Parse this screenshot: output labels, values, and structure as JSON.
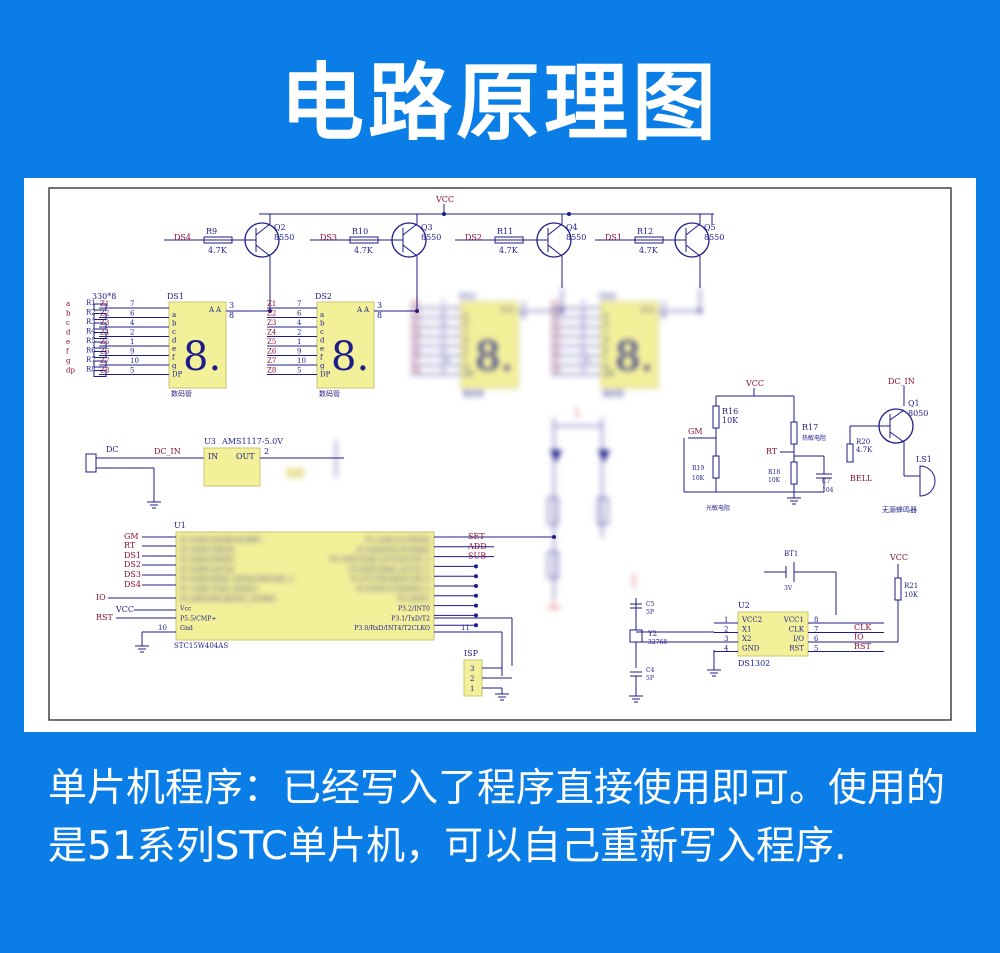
{
  "title": "电路原理图",
  "description": "单片机程序：已经写入了程序直接使用即可。使用的是51系列STC单片机，可以自己重新写入程序.",
  "colors": {
    "background": "#0a7ee6",
    "wire": "#1c1c8a",
    "label": "#8a1030",
    "ic_fill": "#f3f09a"
  },
  "schematic": {
    "vcc": "VCC",
    "transistors": [
      {
        "ref": "Q2",
        "part": "8550",
        "resistor": "R9",
        "value": "4.7K",
        "net": "DS4"
      },
      {
        "ref": "Q3",
        "part": "8550",
        "resistor": "R10",
        "value": "4.7K",
        "net": "DS3"
      },
      {
        "ref": "Q4",
        "part": "8550",
        "resistor": "R11",
        "value": "4.7K",
        "net": "DS2"
      },
      {
        "ref": "Q5",
        "part": "8550",
        "resistor": "R12",
        "value": "4.7K",
        "net": "DS1"
      }
    ],
    "resistor_pack": "330*8",
    "seg_nets": [
      "a",
      "b",
      "c",
      "d",
      "e",
      "f",
      "g",
      "dp"
    ],
    "seg_res": [
      "R1",
      "R2",
      "R3",
      "R4",
      "R5",
      "R6",
      "R7",
      "R8"
    ],
    "z_nets": [
      "Z1",
      "Z2",
      "Z3",
      "Z4",
      "Z5",
      "Z6",
      "Z7",
      "Z8"
    ],
    "z_pins": [
      "7",
      "6",
      "4",
      "2",
      "1",
      "9",
      "10",
      "5"
    ],
    "displays": [
      {
        "ref": "DS1",
        "caption": "数码管"
      },
      {
        "ref": "DS2",
        "caption": "数码管"
      },
      {
        "ref": "DS3",
        "caption": "数码管"
      },
      {
        "ref": "DS4",
        "caption": "数码管"
      }
    ],
    "display_pins": [
      "a",
      "b",
      "c",
      "d",
      "e",
      "f",
      "g",
      "DP"
    ],
    "display_pin_aa": "A",
    "display_common_pins": [
      "3",
      "8"
    ],
    "digit_glyph": "8.",
    "power": {
      "conn": "DC",
      "net": "DC_IN",
      "reg_ref": "U3",
      "reg_part": "AMS1117-5.0V",
      "pin_in": "IN",
      "pin_out": "OUT",
      "pin_2": "2"
    },
    "mcu": {
      "ref": "U1",
      "part": "STC15W404AS",
      "left_nets": [
        "GM",
        "RT",
        "DS1",
        "DS2",
        "DS3",
        "DS4",
        "IO",
        "VCC",
        "RST"
      ],
      "left_pins": [
        "P1.2/ADC2/SS/ECI/CMPO",
        "P1.3/ADC3/MOSI",
        "P1.4/ADC4/MISO",
        "P1.5/ADC5/SCLK",
        "P1.6/ADC6/RxD_2/XTAL2/MCLKO_2",
        "P1.7/ADC7/TxD_2/XTAL1",
        "P5.4/RST/MCLKO/SS_3/CMPO",
        "Vcc",
        "P5.5/CMP+",
        "Gnd"
      ],
      "right_pins": [
        "P1.1/ADC1/CCP0/SS",
        "P1.0/ADC0/CCP1/RxD2",
        "P3.7/INT3/TxD_2/CCP2/CCP2_2",
        "P3.6/INT2/RxD_2/CCP1_2",
        "P3.5/T1/T0CLKO/CCP0_2",
        "P3.4/T0/T1CLKO/ECI_2",
        "P3.3/INT1",
        "P3.2/INT0",
        "P3.1/TxD/T2",
        "P3.0/RxD/INT4/T2CLKO"
      ],
      "right_nets": [
        "SET",
        "ADD",
        "SUB"
      ],
      "pin10": "10",
      "pin11": "11"
    },
    "isp": {
      "ref": "ISP",
      "pins": [
        "3",
        "2",
        "1"
      ]
    },
    "rtc": {
      "ref": "U2",
      "part": "DS1302",
      "left": [
        "VCC2",
        "X1",
        "X2",
        "GND"
      ],
      "right": [
        "VCC1",
        "CLK",
        "I/O",
        "RST"
      ],
      "left_pins": [
        "1",
        "2",
        "3",
        "4"
      ],
      "right_pins": [
        "8",
        "7",
        "6",
        "5"
      ],
      "nets": [
        "CLK",
        "IO",
        "RST"
      ],
      "crystal": "Y2",
      "crystal_val": "32768",
      "caps": [
        "C5",
        "C4"
      ],
      "cap_val": "5P",
      "battery": "BT1",
      "battery_val": "3V"
    },
    "sensor": {
      "vcc": "VCC",
      "gm": "GM",
      "r16": "R16",
      "r16_val": "10K",
      "r17": "R17",
      "r17_desc": "热敏电阻",
      "rt": "RT",
      "r18": "R18",
      "r18_val": "10K",
      "c7": "C7",
      "c7_val": "104",
      "r19": "R19",
      "r19_val": "10K",
      "ldr_caption": "光敏电阻"
    },
    "buzzer": {
      "net": "DC_IN",
      "ref": "Q1",
      "part": "8050",
      "r20": "R20",
      "r20_val": "4.7K",
      "bell": "BELL",
      "ls": "LS1",
      "caption": "无源蜂鸣器"
    },
    "r21": {
      "ref": "R21",
      "val": "10K",
      "vcc": "VCC"
    }
  }
}
